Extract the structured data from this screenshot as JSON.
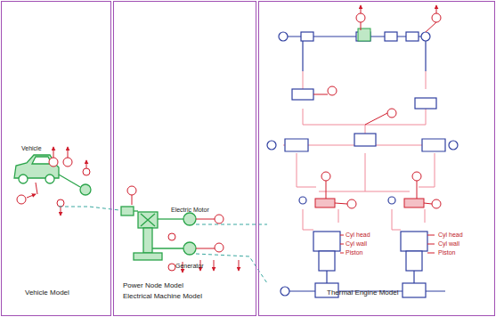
{
  "diagram": {
    "nodes": [
      {
        "text": [
          "Vehicle Model"
        ]
      },
      {
        "text": [
          "Power Node Model",
          "Electrical Machine Model"
        ]
      },
      {
        "text": [
          "Thermal Engine Model"
        ]
      }
    ],
    "labels": [
      "Vehicle",
      "Electric Motor",
      "Generator",
      "Cyl head",
      "Cyl wall",
      "Piston",
      "Cyl head",
      "Cyl wall",
      "Piston"
    ]
  }
}
